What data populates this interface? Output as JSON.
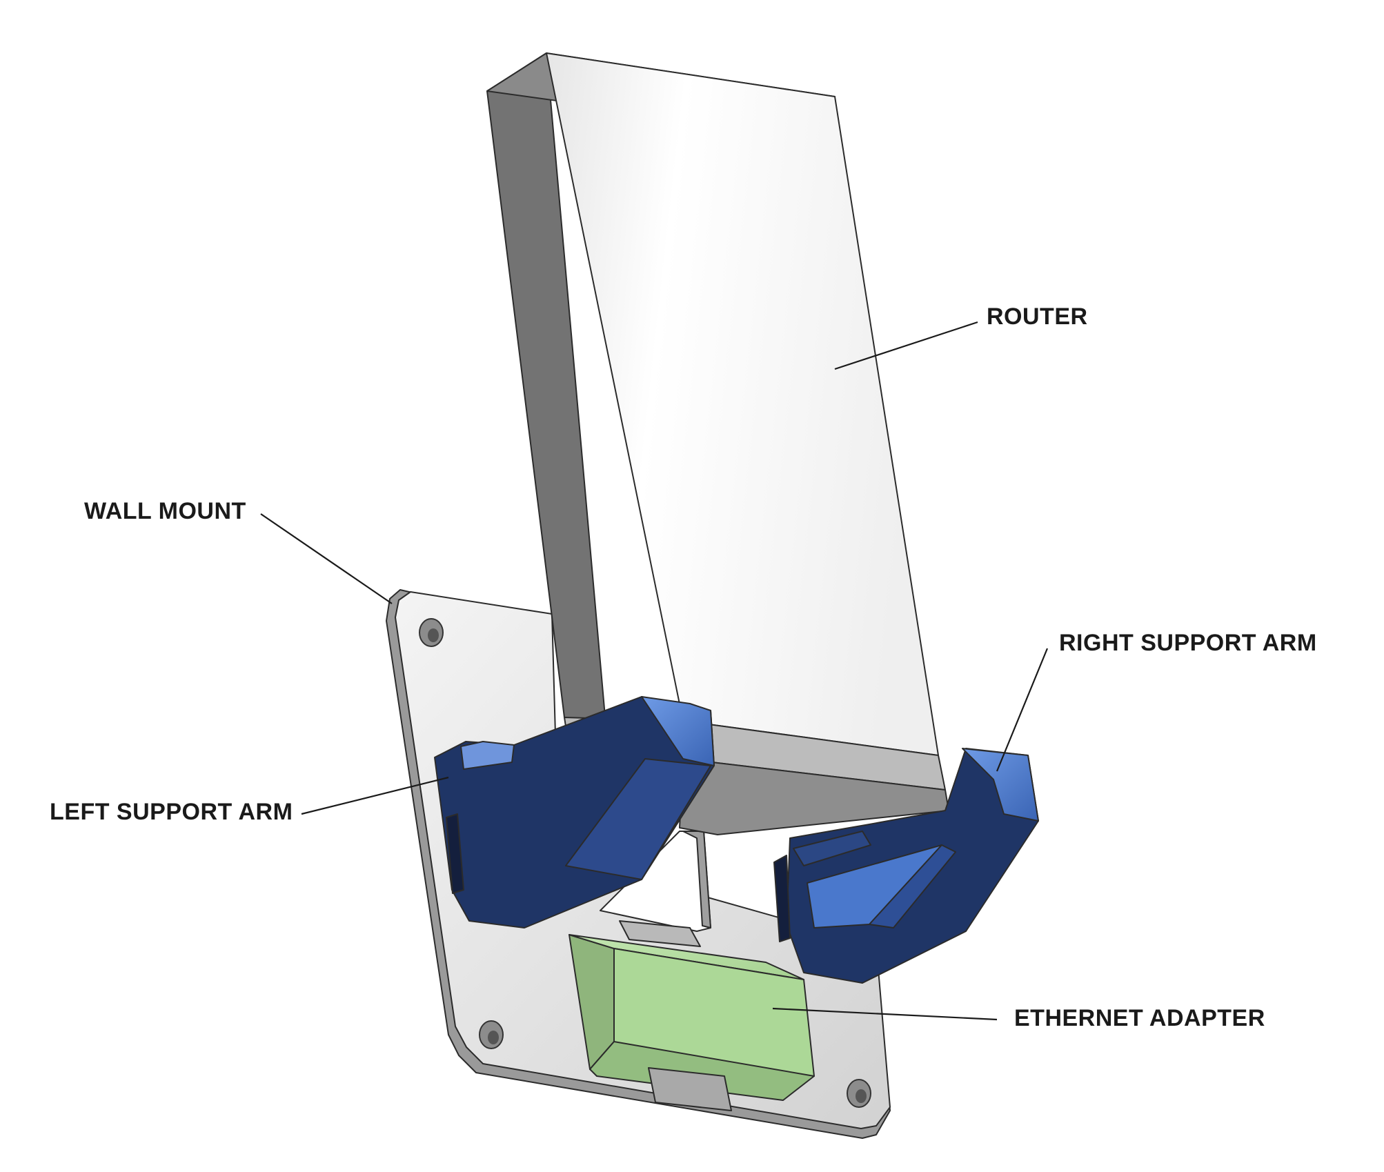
{
  "labels": {
    "router": "ROUTER",
    "wall_mount": "WALL MOUNT",
    "left_support_arm": "LEFT SUPPORT ARM",
    "right_support_arm": "RIGHT SUPPORT ARM",
    "ethernet_adapter": "ETHERNET ADAPTER"
  },
  "colors": {
    "router_face": "#f2f2f2",
    "router_side": "#737373",
    "wall_mount": "#dcdcdc",
    "support_arm_dark": "#1f3566",
    "support_arm_light": "#4a78cc",
    "ethernet_adapter": "#a8d494",
    "ethernet_adapter_side": "#8fb57c"
  }
}
